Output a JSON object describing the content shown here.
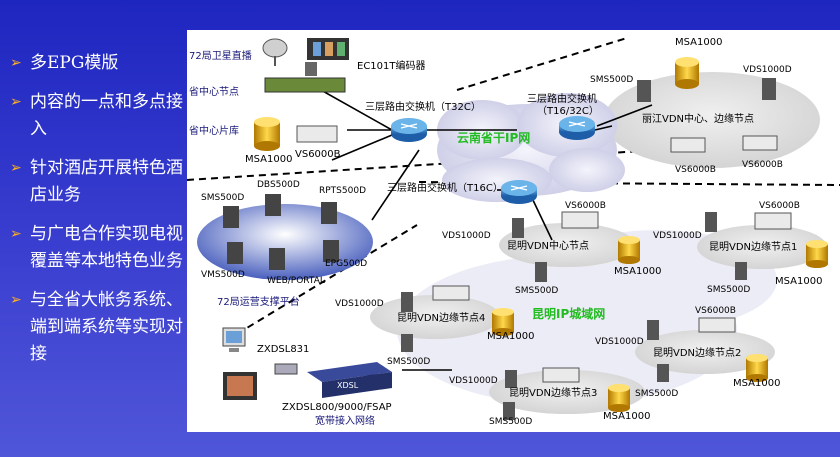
{
  "bullets": [
    {
      "text": "多EPG模版"
    },
    {
      "text": "内容的一点和多点接入"
    },
    {
      "text": "针对酒店开展特色酒店业务"
    },
    {
      "text": "与广电合作实现电视覆盖等本地特色业务"
    },
    {
      "text": "与全省大帐务系统、端到端系统等实现对接"
    }
  ],
  "colors": {
    "background": "#2a30c8",
    "bullet_arrow": "#ffb020",
    "cloud_fill": "#d8d8ec",
    "dashed_line": "#000000",
    "title_text": "#1a1a7a",
    "green_text": "#22bb22"
  },
  "diagram": {
    "top_left": {
      "sat_label": "72局卫星直播",
      "encoder_label": "EC101T编码器",
      "prov_center_label": "省中心节点",
      "prov_library_label": "省中心片库",
      "msa_label": "MSA1000",
      "vs_label": "VS6000B"
    },
    "router_t32c_label": "三层路由交换机（T32C）",
    "router_t16_label_line1": "三层路由交换机",
    "router_t16_label_line2": "（T16/32C）",
    "router_t16c_label": "三层路由交换机（T16C）",
    "cloud_label": "云南省干IP网",
    "lijiang": {
      "msa_top": "MSA1000",
      "sms": "SMS500D",
      "vds": "VDS1000D",
      "center": "丽江VDN中心、边缘节点",
      "vs_a": "VS6000B",
      "vs_b": "VS6000B"
    },
    "platform": {
      "dbs": "DBS500D",
      "rpts": "RPTS500D",
      "sms": "SMS500D",
      "vms": "VMS500D",
      "web": "WEB/PORTAL",
      "epg": "EPG500D",
      "label": "72局运营支撑平台"
    },
    "kunming_center": {
      "vds": "VDS1000D",
      "vs": "VS6000B",
      "label": "昆明VDN中心节点",
      "msa": "MSA1000",
      "sms": "SMS500D"
    },
    "edge1": {
      "vds": "VDS1000D",
      "vs": "VS6000B",
      "label": "昆明VDN边缘节点1",
      "msa": "MSA1000",
      "sms": "SMS500D"
    },
    "edge4": {
      "vds": "VDS1000D",
      "label": "昆明VDN边缘节点4",
      "msa": "MSA1000",
      "sms": "SMS500D"
    },
    "metro_label": "昆明IP城域网",
    "edge2": {
      "vds": "VDS1000D",
      "vs": "VS6000B",
      "label": "昆明VDN边缘节点2",
      "msa": "MSA1000",
      "sms": "SMS500D"
    },
    "edge3": {
      "vds": "VDS1000D",
      "label": "昆明VDN边缘节点3",
      "msa": "MSA1000",
      "sms": "SMS500D"
    },
    "access": {
      "zxdsl_top": "ZXDSL831",
      "zxdsl_bottom": "ZXDSL800/9000/FSAP",
      "device_text": "XDSL",
      "label": "宽带接入网络"
    }
  }
}
